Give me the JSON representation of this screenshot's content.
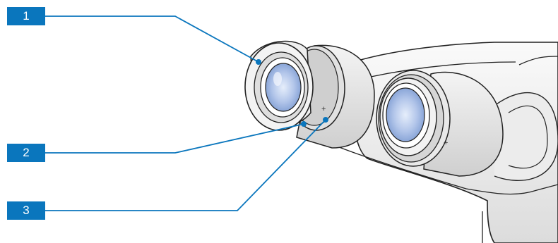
{
  "accent_color": "#0a76bd",
  "figure": "binocular-eyepieces-illustration",
  "callouts": [
    {
      "label": "1",
      "target": "eyecup"
    },
    {
      "label": "2",
      "target": "eyepiece-locking-ring"
    },
    {
      "label": "3",
      "target": "diopter-adjustment-ring"
    }
  ]
}
